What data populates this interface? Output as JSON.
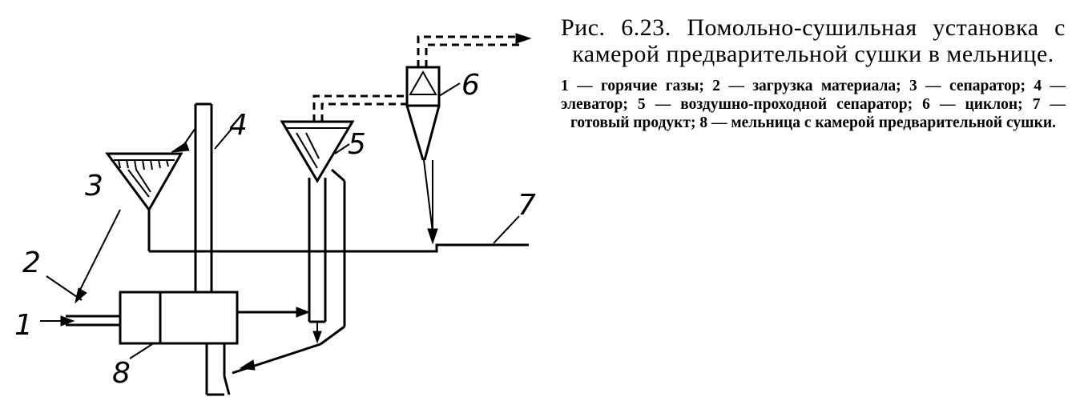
{
  "figure": {
    "title": "Рис. 6.23. Помольно-сушильная установка с камерой предварительной сушки в мельнице.",
    "legend": "1 — горячие газы; 2 — загрузка материала; 3 — сепаратор; 4 — элеватор; 5 — воздушно-проходной сепаратор; 6 — циклон; 7 — готовый продукт; 8 — мельница с камерой предварительной сушки."
  },
  "labels": {
    "n1": "1",
    "n2": "2",
    "n3": "3",
    "n4": "4",
    "n5": "5",
    "n6": "6",
    "n7": "7",
    "n8": "8"
  }
}
